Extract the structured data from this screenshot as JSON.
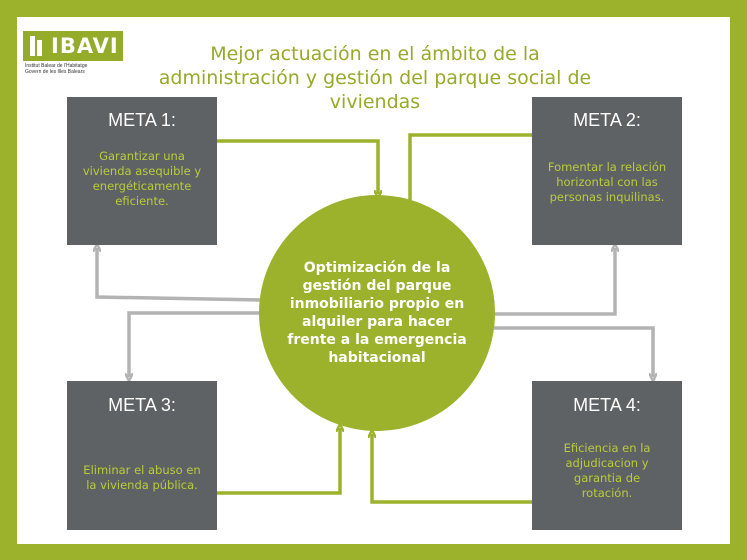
{
  "logo": {
    "name": "IBAVI",
    "subtitle_line1": "Institut Balear de l'Habitatge",
    "subtitle_line2": "Govern de les Illes Balears"
  },
  "title": {
    "line1": "Mejor actuación en el ámbito de la",
    "line2": "administración y gestión del parque social de",
    "line3": "viviendas"
  },
  "center": {
    "lines": [
      "Optimización de la",
      "gestión del parque",
      "inmobiliario propio en",
      "alquiler para hacer",
      "frente a la emergencia",
      "habitacional"
    ]
  },
  "metas": [
    {
      "label": "META 1:",
      "lines": [
        "Garantizar una",
        "vivienda asequible y",
        "energéticamente",
        "eficiente."
      ]
    },
    {
      "label": "META 2:",
      "lines": [
        "Fomentar la relación",
        "horizontal con las",
        "personas inquilinas."
      ]
    },
    {
      "label": "META 3:",
      "lines": [
        "Eliminar el abuso en",
        "la vivienda pública."
      ]
    },
    {
      "label": "META 4:",
      "lines": [
        "Eficiencia en la",
        "adjudicacion y",
        "garantia de",
        "rotación."
      ]
    }
  ],
  "colors": {
    "frame": "#9db22c",
    "box": "#5f6264",
    "accent_text": "#b8cc3a",
    "arrow_green": "#9db22c",
    "arrow_gray": "#b3b3b3"
  }
}
